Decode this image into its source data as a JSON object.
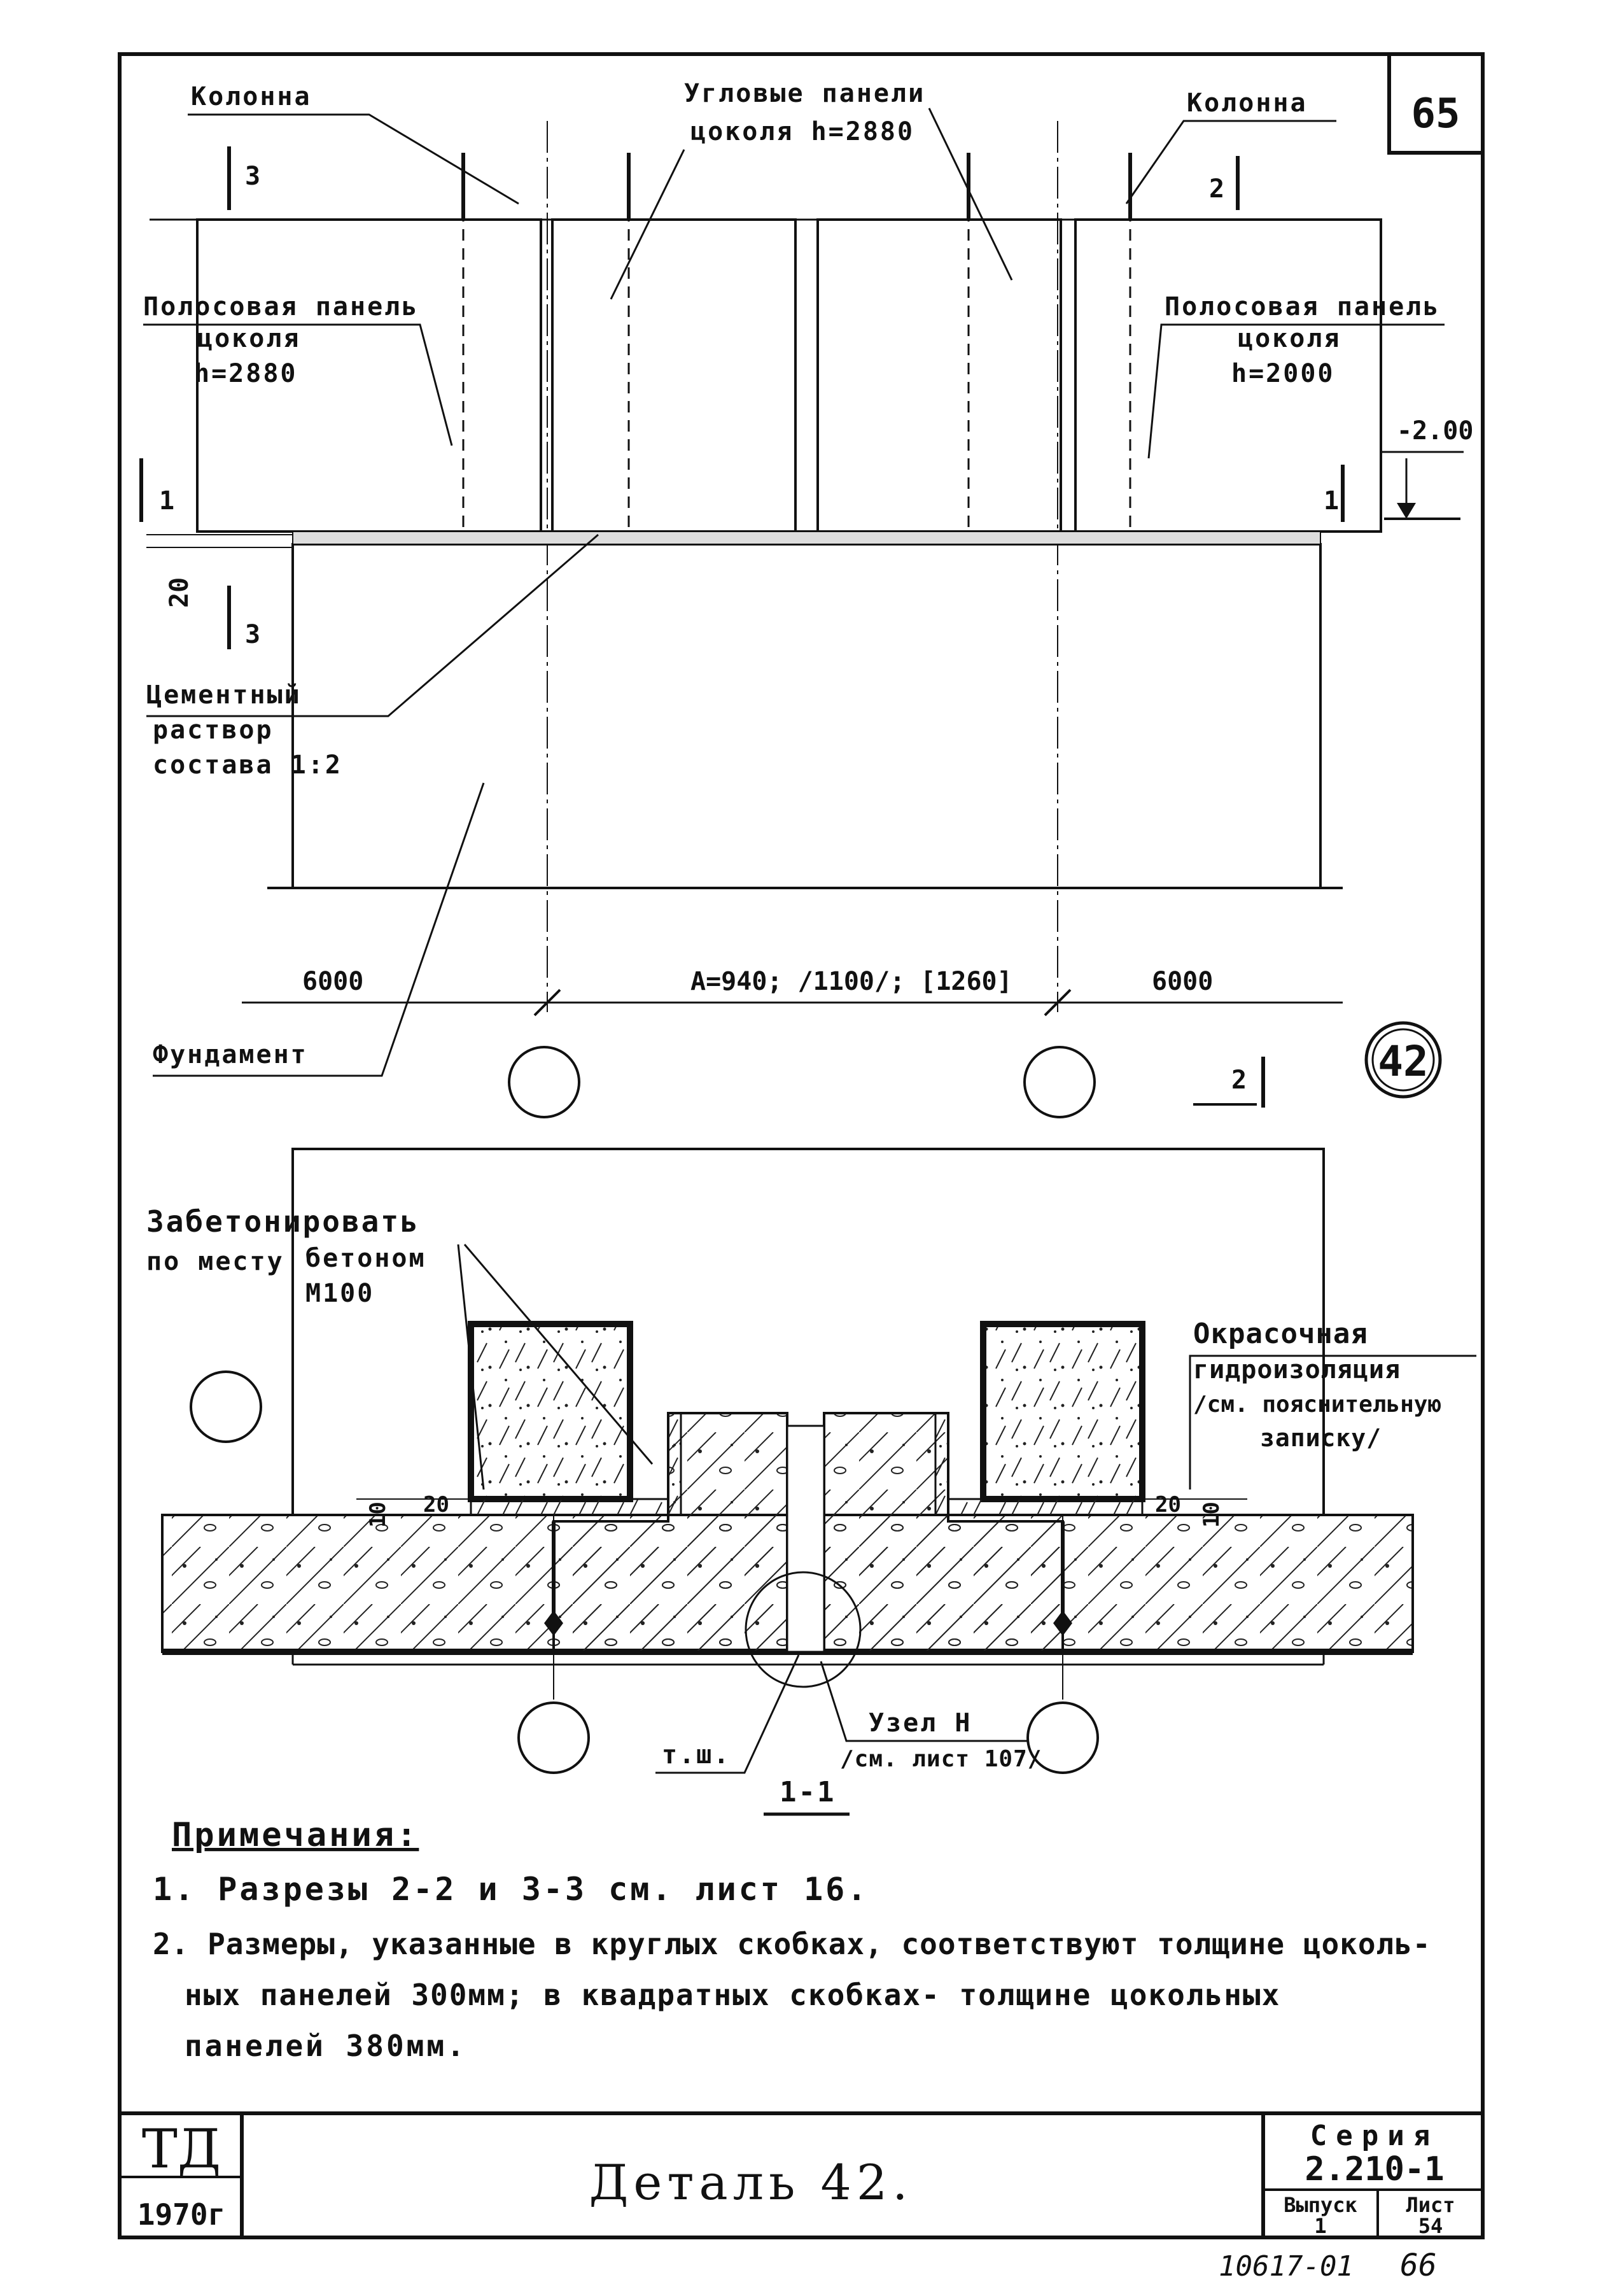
{
  "sheet": {
    "page_number": "65",
    "detail_badge": "42",
    "bottom_code": "10617-01",
    "bottom_number": "66"
  },
  "plan": {
    "column_left": "Колонна",
    "column_right": "Колонна",
    "corner_panels_l1": "Угловые панели",
    "corner_panels_l2": "цоколя h=2880",
    "strip_panel_left_l1": "Полосовая панель",
    "strip_panel_left_l2": "цоколя",
    "strip_panel_left_l3": "h=2880",
    "strip_panel_right_l1": "Полосовая панель",
    "strip_panel_right_l2": "цоколя",
    "strip_panel_right_l3": "h=2000",
    "level_mark": "-2.00",
    "mortar_l1": "Цементный",
    "mortar_l2": "раствор",
    "mortar_l3": "состава 1:2",
    "foundation": "Фундамент",
    "dim_left": "6000",
    "dim_center": "A=940; /1100/; [1260]",
    "dim_right": "6000",
    "dim_20": "20",
    "cut_3_top": "3",
    "cut_3_bottom": "3",
    "cut_2_top": "2",
    "cut_2_bottom": "2",
    "cut_1_left": "1",
    "cut_1_right": "1"
  },
  "section": {
    "concrete_l1": "Забетонировать",
    "concrete_l2": "по месту",
    "concrete_l3": "бетоном",
    "concrete_l4": "М100",
    "paint_l1": "Окрасочная",
    "paint_l2": "гидроизоляция",
    "paint_l3": "/см. пояснительную",
    "paint_l4": "записку/",
    "dim_10_left": "10",
    "dim_20_left": "20",
    "dim_20_right": "20",
    "dim_10_right": "10",
    "node_l1": "Узел Н",
    "node_l2": "/см. лист 107/",
    "tsh": "т.ш.",
    "section_label": "1-1"
  },
  "notes": {
    "title": "Примечания:",
    "n1": "1. Разрезы 2-2 и 3-3 см. лист 16.",
    "n2_l1": "2. Размеры, указанные в круглых скобках, соответствуют толщине цоколь-",
    "n2_l2": "ных панелей 300мм; в квадратных скобках- толщине цокольных",
    "n2_l3": "панелей 380мм."
  },
  "title_block": {
    "org": "ТД",
    "year": "1970г",
    "title": "Деталь 42.",
    "series_label": "Серия",
    "series": "2.210-1",
    "issue_label": "Выпуск",
    "issue": "1",
    "sheet_label": "Лист",
    "sheet": "54"
  }
}
